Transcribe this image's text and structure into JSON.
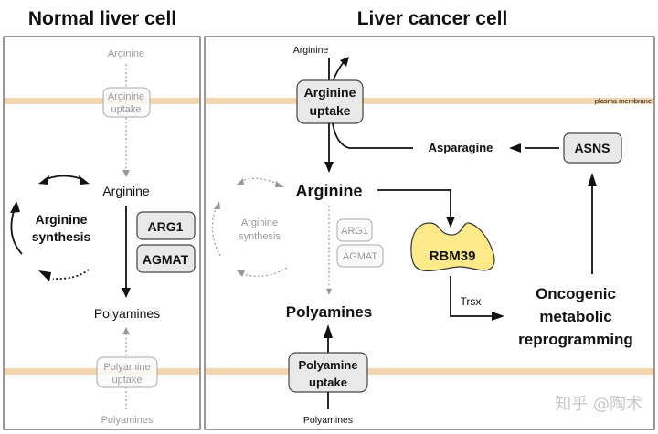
{
  "normal_panel": {
    "title": "Normal liver cell",
    "arginine_outside": "Arginine",
    "arginine_uptake": [
      "Arginine",
      "uptake"
    ],
    "arginine_inside": "Arginine",
    "synthesis": [
      "Arginine",
      "synthesis"
    ],
    "enzymes": [
      "ARG1",
      "AGMAT"
    ],
    "polyamines_inside": "Polyamines",
    "polyamine_uptake": [
      "Polyamine",
      "uptake"
    ],
    "polyamines_outside": "Polyamines"
  },
  "cancer_panel": {
    "title": "Liver cancer cell",
    "arginine_outside": "Arginine",
    "arginine_uptake": [
      "Arginine",
      "uptake"
    ],
    "membrane_label": "plasma membrane",
    "asparagine": "Asparagine",
    "asns": "ASNS",
    "arginine_inside": "Arginine",
    "synthesis": [
      "Arginine",
      "synthesis"
    ],
    "enzymes": [
      "ARG1",
      "AGMAT"
    ],
    "rbm39": "RBM39",
    "trsx": "Trsx",
    "reprogramming": [
      "Oncogenic",
      "metabolic",
      "reprogramming"
    ],
    "polyamines_inside": "Polyamines",
    "polyamine_uptake": [
      "Polyamine",
      "uptake"
    ],
    "polyamines_outside": "Polyamines"
  },
  "watermark": "知乎 @陶术",
  "colors": {
    "membrane": "#f2d6b0",
    "rbm39_fill": "#fbe98a",
    "box_fill": "#e9e9e9"
  }
}
